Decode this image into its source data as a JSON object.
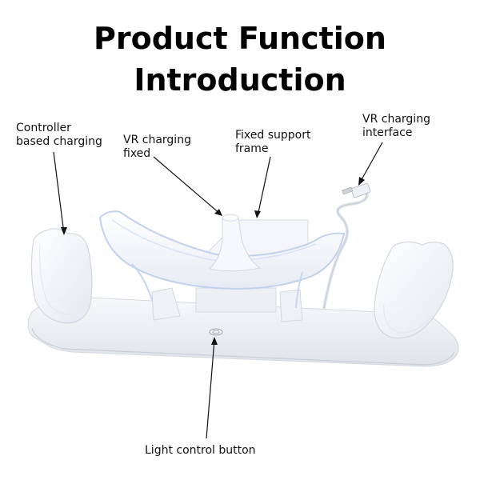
{
  "title": {
    "line1": "Product Function",
    "line2": "Introduction"
  },
  "labels": {
    "controller_charging": [
      "Controller",
      "based charging"
    ],
    "vr_charging_fixed": [
      "VR charging",
      "fixed"
    ],
    "fixed_support_frame": [
      "Fixed support",
      "frame"
    ],
    "vr_charging_interface": [
      "VR charging",
      "interface"
    ],
    "light_control_button": "Light control button"
  },
  "colors": {
    "background": "#ffffff",
    "product_body": "#f2f4f7",
    "product_edge": "#d8dde6",
    "accent_blue": "#c9d8f2",
    "annotation_line": "#111111"
  }
}
